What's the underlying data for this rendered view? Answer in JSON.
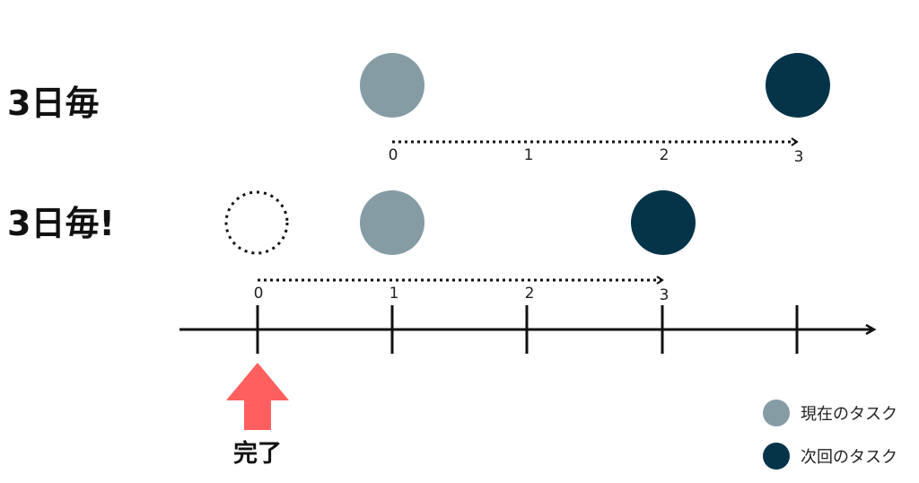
{
  "rows": [
    {
      "label": "3日毎",
      "tick_labels": [
        "0",
        "1",
        "2",
        "3"
      ]
    },
    {
      "label": "3日毎!",
      "tick_labels": [
        "0",
        "1",
        "2",
        "3"
      ]
    }
  ],
  "completion": {
    "label": "完了"
  },
  "legend": [
    {
      "label": "現在のタスク",
      "color": "#869ca5"
    },
    {
      "label": "次回のタスク",
      "color": "#053449"
    }
  ],
  "colors": {
    "current_task": "#869ca5",
    "next_task": "#053449",
    "arrow": "#ff5f5f",
    "line": "#111111"
  }
}
